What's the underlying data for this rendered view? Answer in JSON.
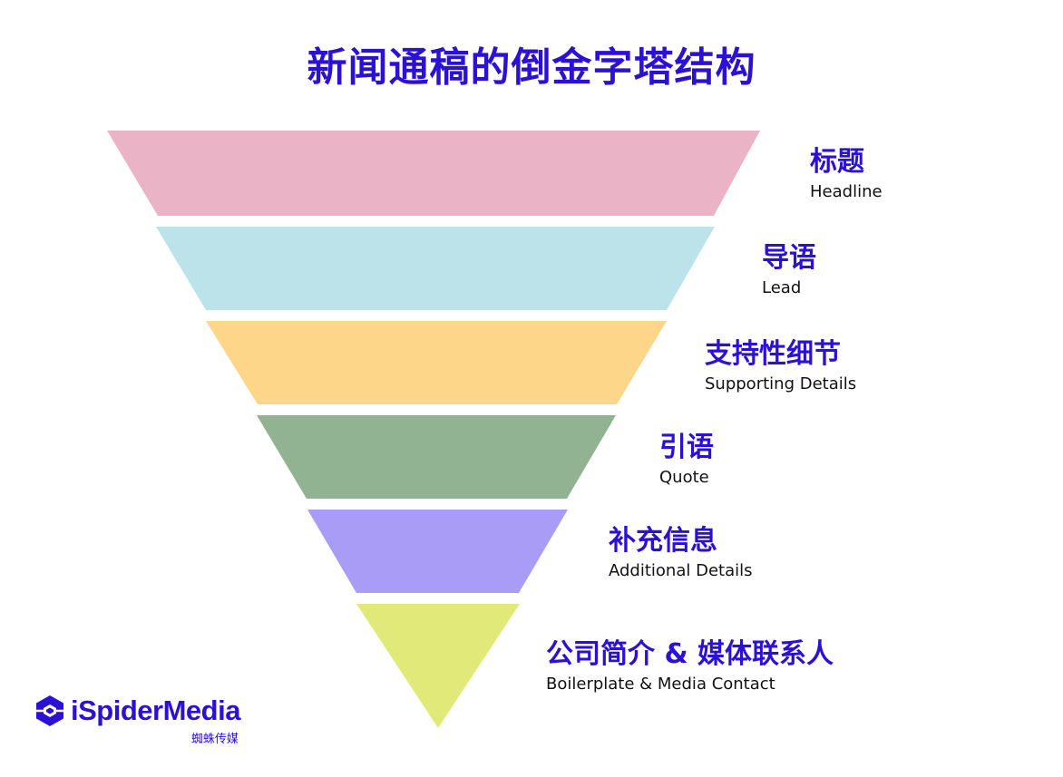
{
  "title": "新闻通稿的倒金字塔结构",
  "layers": [
    {
      "cn": "标题",
      "en": "Headline",
      "color": "#eab3c6"
    },
    {
      "cn": "导语",
      "en": "Lead",
      "color": "#bce3ea"
    },
    {
      "cn": "支持性细节",
      "en": "Supporting Details",
      "color": "#fed68a"
    },
    {
      "cn": "引语",
      "en": "Quote",
      "color": "#91b392"
    },
    {
      "cn": "补充信息",
      "en": "Additional Details",
      "color": "#a89cf6"
    },
    {
      "cn": "公司简介 & 媒体联系人",
      "en": "Boilerplate & Media Contact",
      "color": "#e1ea78"
    }
  ],
  "logo": {
    "name": "iSpiderMedia",
    "sub": "蜘蛛传媒",
    "color": "#2b10d6"
  }
}
